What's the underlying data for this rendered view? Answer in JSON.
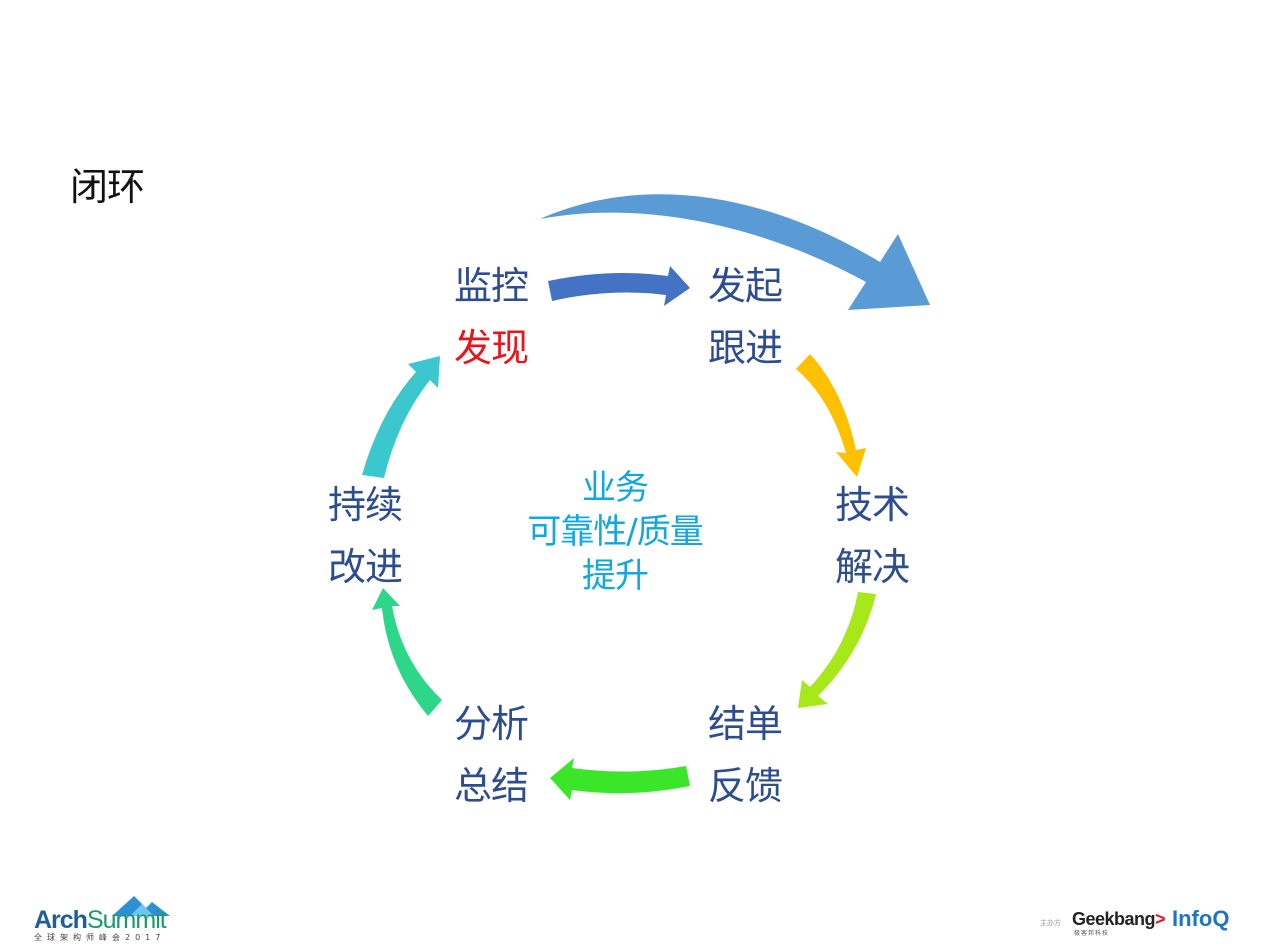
{
  "slide": {
    "title": "闭环"
  },
  "cycle": {
    "nodes": [
      {
        "id": "monitor",
        "line1": "监控",
        "line2": "发现"
      },
      {
        "id": "followup",
        "line1": "发起",
        "line2": "跟进"
      },
      {
        "id": "solve",
        "line1": "技术",
        "line2": "解决"
      },
      {
        "id": "feedback",
        "line1": "结单",
        "line2": "反馈"
      },
      {
        "id": "analysis",
        "line1": "分析",
        "line2": "总结"
      },
      {
        "id": "improve",
        "line1": "持续",
        "line2": "改进"
      }
    ],
    "center": {
      "line1": "业务",
      "line2": "可靠性/质量",
      "line3": "提升"
    }
  },
  "colors": {
    "node_text": "#2e4d8f",
    "highlight": "#e8141c",
    "center_text": "#12a8dd",
    "big_arrow": "#5b9bd5",
    "arrow_monitor_to_followup": "#4472c4",
    "arrow_followup_to_solve": "#ffc000",
    "arrow_solve_to_feedback": "#a6e81a",
    "arrow_feedback_to_analysis": "#3be62a",
    "arrow_analysis_to_improve": "#2ed68a",
    "arrow_improve_to_monitor": "#3cc7cf"
  },
  "footer": {
    "left_logo": {
      "part1": "Arch",
      "part2": "Summit",
      "tagline": "全球架构师峰会2017"
    },
    "right_logos": {
      "label": "主办方",
      "geekbang": "Geekbang",
      "geekbang_mark": ">",
      "geekbang_sub": "极客邦科技",
      "infoq": "InfoQ"
    }
  }
}
